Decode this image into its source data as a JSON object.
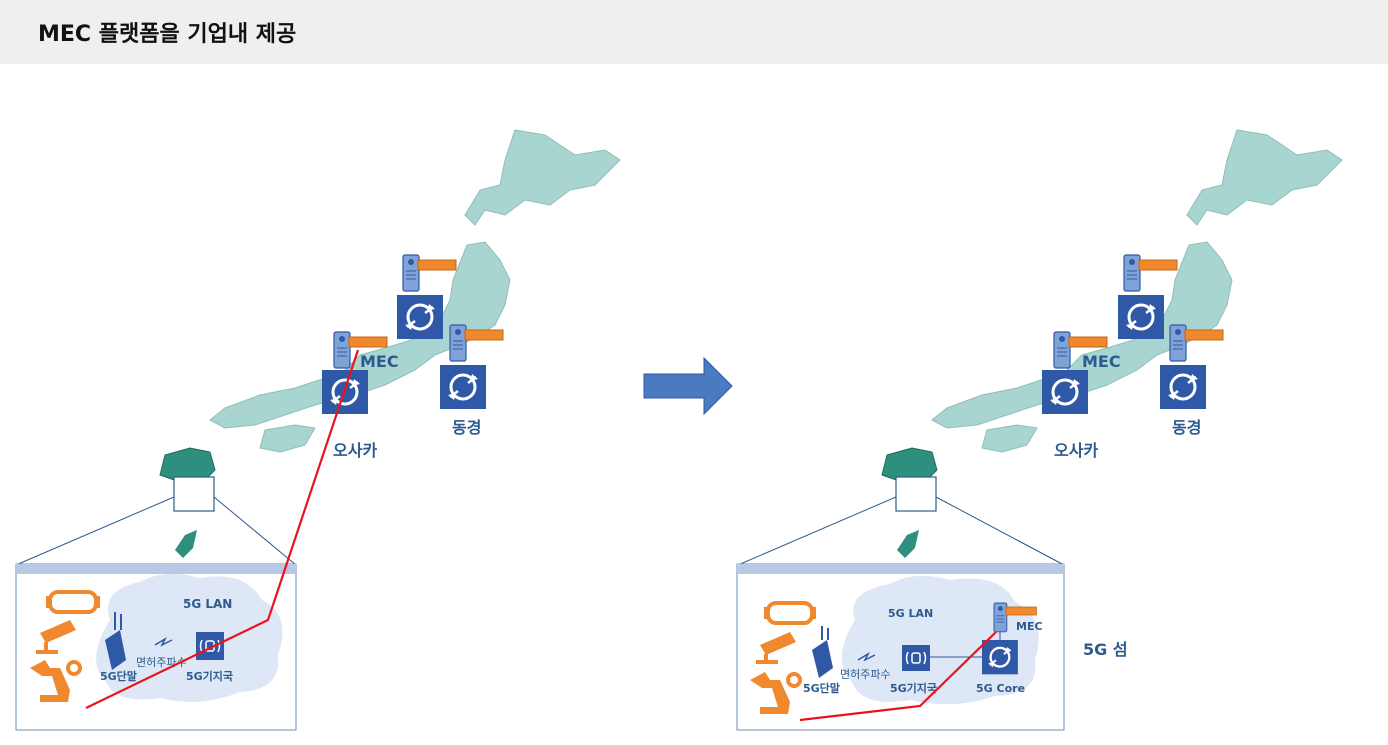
{
  "header": {
    "title": "MEC 플랫폼을 기업내 제공"
  },
  "left_panel": {
    "mec_label": "MEC",
    "osaka_label": "오사카",
    "tokyo_label": "동경",
    "lan_label": "5G LAN",
    "terminal_label": "5G단말",
    "freq_label": "면허주파수",
    "base_label": "5G기지국"
  },
  "right_panel": {
    "mec_label": "MEC",
    "osaka_label": "오사카",
    "tokyo_label": "동경",
    "lan_label": "5G LAN",
    "terminal_label": "5G단말",
    "freq_label": "면허주파수",
    "base_label": "5G기지국",
    "mec_small_label": "MEC",
    "core_label": "5G Core",
    "island_label": "5G 섬"
  },
  "colors": {
    "map_fill": "#a8d5cf",
    "map_dark": "#2e8f7e",
    "router_blue": "#2f59a6",
    "accent_orange": "#f0892d",
    "red_line": "#e8141b",
    "arrow_blue": "#4a7abf"
  },
  "icons": [
    "router-icon",
    "server-icon",
    "vr-headset-icon",
    "cctv-camera-icon",
    "robot-arm-icon",
    "cellphone-icon",
    "base-station-icon",
    "lightning-icon",
    "right-arrow-icon"
  ]
}
